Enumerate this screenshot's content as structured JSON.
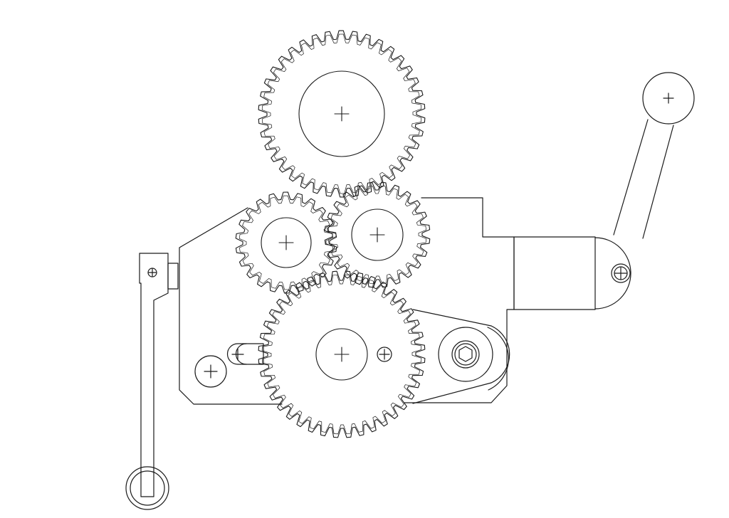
{
  "drawing": {
    "background": "#ffffff",
    "stroke_color": "#1a1a1a",
    "parts": [
      {
        "id": "top-gear",
        "kind": "spur-gear",
        "teeth": 38
      },
      {
        "id": "left-idler-gear",
        "kind": "spur-gear",
        "teeth": 22
      },
      {
        "id": "right-idler-gear",
        "kind": "spur-gear",
        "teeth": 24
      },
      {
        "id": "bottom-gear",
        "kind": "spur-gear",
        "teeth": 40
      },
      {
        "id": "gearbox-frame",
        "kind": "plate"
      },
      {
        "id": "lower-lever",
        "kind": "lever"
      },
      {
        "id": "crank-handle",
        "kind": "handle"
      },
      {
        "id": "quadrant-arm",
        "kind": "arm"
      },
      {
        "id": "shaft-housing",
        "kind": "housing"
      }
    ]
  }
}
